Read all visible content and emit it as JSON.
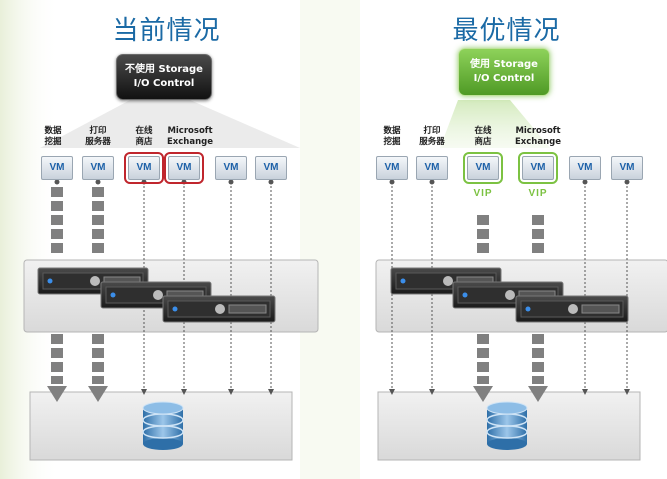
{
  "current": {
    "title": "当前情况",
    "callout_line1": "不使用 Storage",
    "callout_line2": "I/O Control"
  },
  "optimal": {
    "title": "最优情况",
    "callout_line1": "使用 Storage",
    "callout_line2": "I/O Control"
  },
  "workloads": [
    {
      "line1": "数据",
      "line2": "挖掘"
    },
    {
      "line1": "打印",
      "line2": "服务器"
    },
    {
      "line1": "在线",
      "line2": "商店"
    },
    {
      "line1": "Microsoft",
      "line2": "Exchange"
    }
  ],
  "vm_label": "VM",
  "vip_label": "VIP",
  "colors": {
    "title_blue": "#1b6aa5",
    "highlight_red": "#c0262d",
    "highlight_green": "#7cc242",
    "vm_text": "#1d61a8"
  }
}
